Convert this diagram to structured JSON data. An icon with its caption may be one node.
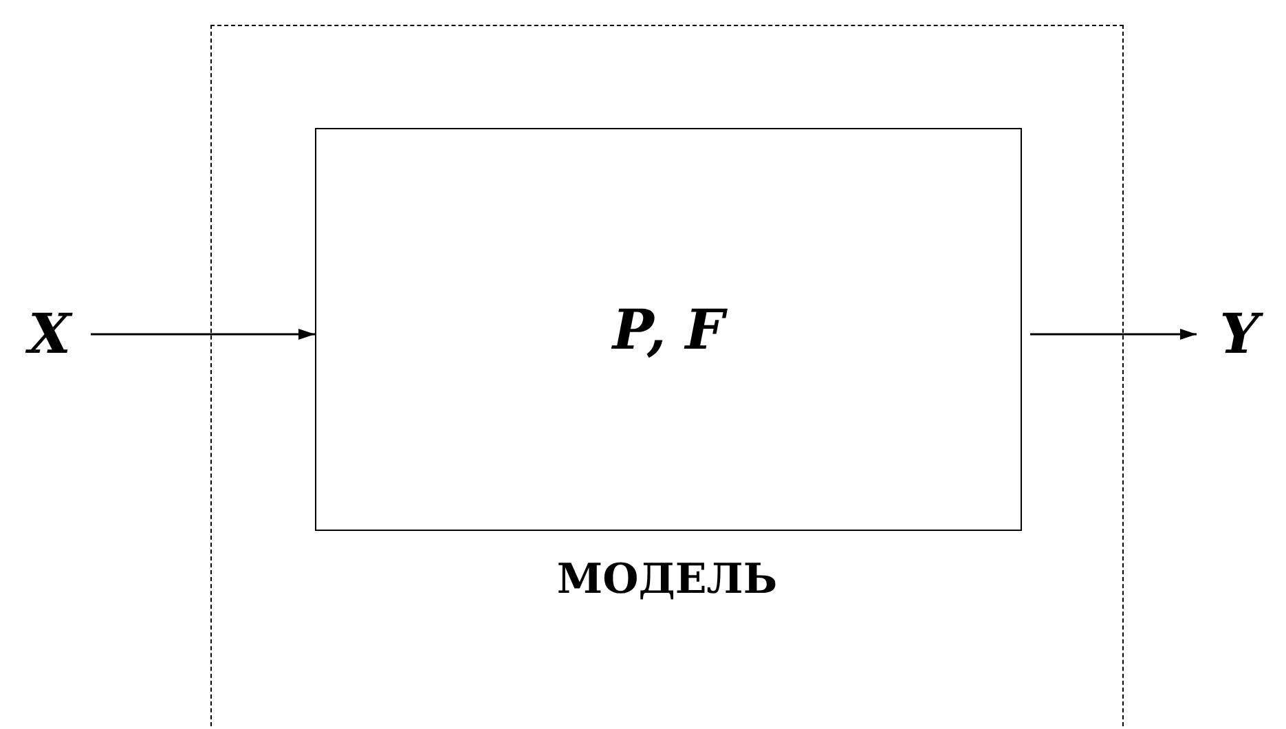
{
  "diagram": {
    "nodes": [
      {
        "text": [
          "МОДЕЛЬ"
        ]
      },
      {
        "text": [
          "P, F"
        ],
        "in": 0
      },
      {
        "text": [
          "X"
        ]
      },
      {
        "text": [
          "Y"
        ]
      }
    ],
    "edges": [
      {
        "from": 2,
        "to": 1,
        "arrow": "to"
      },
      {
        "from": 1,
        "to": 3,
        "arrow": "to"
      }
    ]
  }
}
